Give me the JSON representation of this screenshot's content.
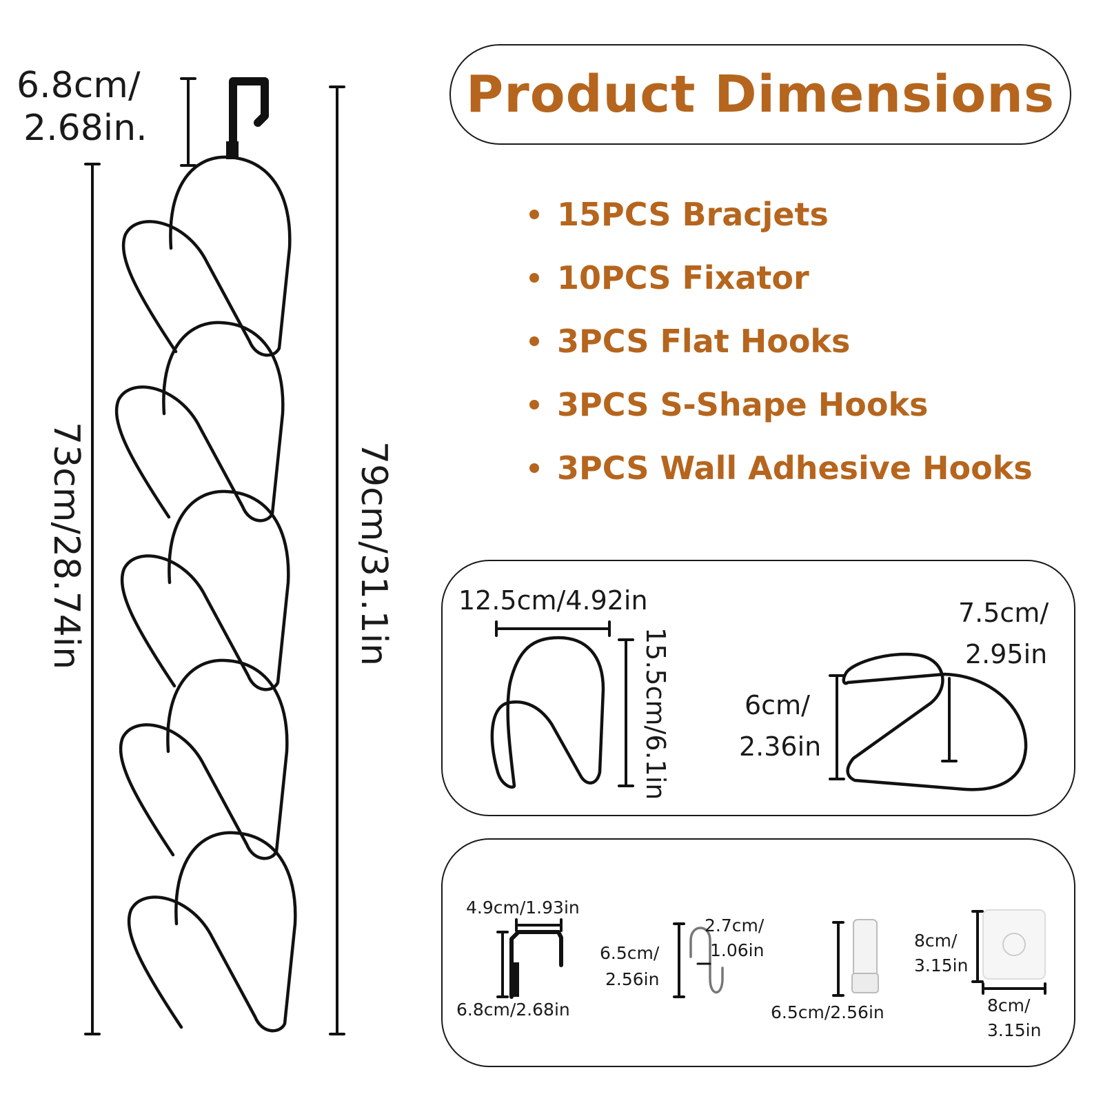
{
  "title": "Product Dimensions",
  "items": [
    "15PCS Bracjets",
    "10PCS Fixator",
    "3PCS Flat Hooks",
    "3PCS S-Shape Hooks",
    "3PCS Wall Adhesive Hooks"
  ],
  "colors": {
    "accent": "#b5651d",
    "line": "#1a1a1a"
  },
  "main_rack": {
    "hook_height": [
      "6.8cm/",
      "2.68in."
    ],
    "body_length": "73cm/28.74in",
    "total_length": "79cm/31.1in"
  },
  "bracket_panel": {
    "bracket_width": "12.5cm/4.92in",
    "bracket_height": "15.5cm/6.1in",
    "fixator_height": [
      "6cm/",
      "2.36in"
    ],
    "fixator_depth": [
      "7.5cm/",
      "2.95in"
    ]
  },
  "hooks_panel": {
    "flat_hook_width": "4.9cm/1.93in",
    "flat_hook_height": "6.8cm/2.68in",
    "s_hook_height": [
      "6.5cm/",
      "2.56in"
    ],
    "s_hook_width": [
      "2.7cm/",
      "1.06in"
    ],
    "clip_height": "6.5cm/2.56in",
    "adhesive_height": [
      "8cm/",
      "3.15in"
    ],
    "adhesive_width": [
      "8cm/",
      "3.15in"
    ]
  }
}
